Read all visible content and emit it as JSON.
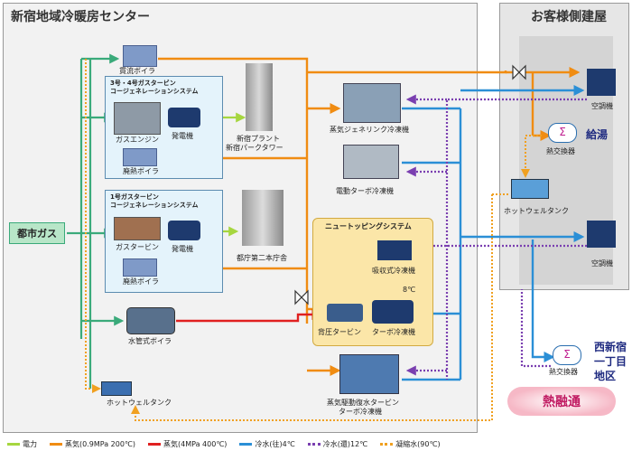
{
  "left_section": {
    "title": "新宿地域冷暖房センター"
  },
  "right_section": {
    "title": "お客様側建屋"
  },
  "supply_label": "都市ガス",
  "boilers": {
    "once_through": "貫流ボイラ",
    "water_tube": "水管式ボイラ"
  },
  "gas_turbine_3_4": {
    "title_1": "3号・4号ガスタービン",
    "title_2": "コージェネレーションシステム",
    "engine": "ガスエンジン",
    "generator": "発電機",
    "waste_heat_boiler": "廃熱ボイラ"
  },
  "gas_turbine_1": {
    "title_1": "1号ガスタービン",
    "title_2": "コージェネレーションシステム",
    "turbine": "ガスタービン",
    "generator": "発電機",
    "waste_heat_boiler": "廃熱ボイラ"
  },
  "buildings": {
    "park_tower_1": "新宿プラント",
    "park_tower_2": "新宿パークタワー",
    "tocho": "都庁第二本庁舎"
  },
  "chillers": {
    "steam_absorption": "蒸気ジェネリンク冷凍機",
    "electric_turbo": "電動ターボ冷凍機",
    "steam_turbo_1": "蒸気駆動復水タービン",
    "steam_turbo_2": "ターボ冷凍機"
  },
  "new_topping": {
    "title": "ニュートッピングシステム",
    "absorption": "吸収式冷凍機",
    "temp": "8℃",
    "back_pressure_turbine": "背圧タービン",
    "turbo_chiller": "ターボ冷凍機"
  },
  "hotwell_tank": "ホットウェルタンク",
  "customer": {
    "ahu_1": "空調機",
    "ahu_2": "空調機",
    "heat_exchanger_1": "熱交換器",
    "hot_water": "給湯",
    "hotwell_tank": "ホットウェルタンク",
    "heat_exchanger_2": "熱交換器",
    "district_1": "西新宿",
    "district_2": "一丁目",
    "district_3": "地区",
    "heat_share": "熱融通"
  },
  "legend": [
    {
      "label": "電力",
      "color": "#a6d63f",
      "style": "solid"
    },
    {
      "label": "蒸気(0.9MPa 200℃)",
      "color": "#f08c12",
      "style": "solid"
    },
    {
      "label": "蒸気(4MPa 400℃)",
      "color": "#e02020",
      "style": "solid"
    },
    {
      "label": "冷水(往)4℃",
      "color": "#2b8fd6",
      "style": "solid"
    },
    {
      "label": "冷水(還)12℃",
      "color": "#7a3fb0",
      "style": "dotted"
    },
    {
      "label": "凝縮水(90℃)",
      "color": "#f0a020",
      "style": "dotted"
    }
  ],
  "colors": {
    "gas": "#3aaa7a",
    "power": "#a6d63f",
    "steam_low": "#f08c12",
    "steam_high": "#e02020",
    "chw_supply": "#2b8fd6",
    "chw_return": "#7a3fb0",
    "condensate": "#f0a020"
  }
}
